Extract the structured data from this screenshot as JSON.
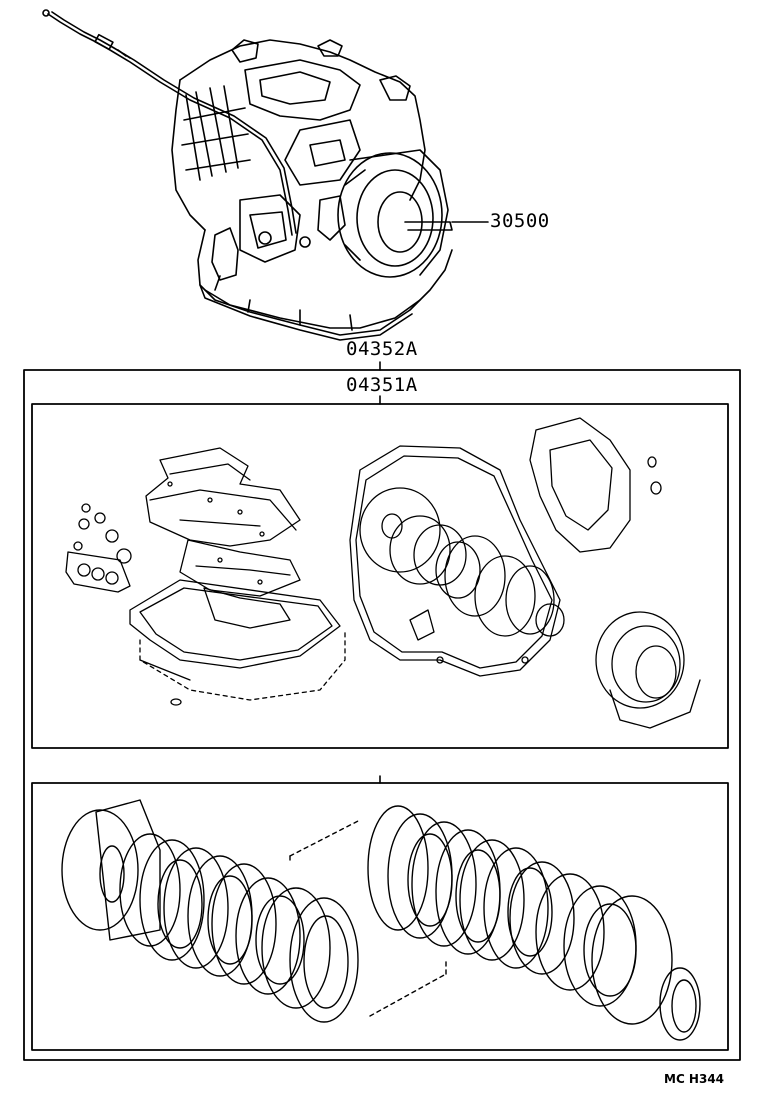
{
  "labels": {
    "transmission_assy": "30500",
    "overhaul_kit": "04352A",
    "gasket_kit": "04351A"
  },
  "diagram_code": "MC  H344",
  "colors": {
    "ink": "#000000",
    "paper": "#ffffff"
  }
}
